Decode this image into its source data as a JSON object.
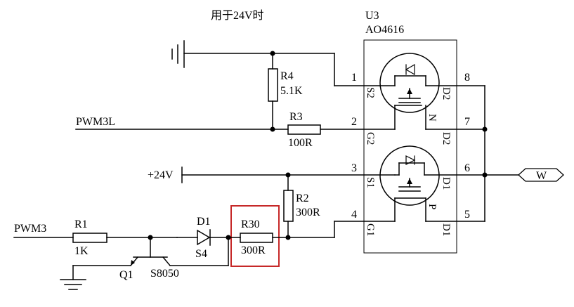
{
  "note": "用于24V时",
  "colors": {
    "wire": "#000000",
    "highlight": "#c62828",
    "background": "#ffffff"
  },
  "u3": {
    "ref": "U3",
    "part": "AO4616",
    "pins": {
      "p1": "1",
      "p2": "2",
      "p3": "3",
      "p4": "4",
      "p5": "5",
      "p6": "6",
      "p7": "7",
      "p8": "8"
    },
    "pin_labels": {
      "s2": "S2",
      "g2": "G2",
      "s1": "S1",
      "g1": "G1",
      "d2a": "D2",
      "d2b": "D2",
      "d1a": "D1",
      "d1b": "D1",
      "n": "N",
      "p": "P"
    }
  },
  "nets": {
    "pwm3l": "PWM3L",
    "pwm3": "PWM3",
    "v24": "+24V",
    "w": "W"
  },
  "r4": {
    "ref": "R4",
    "value": "5.1K"
  },
  "r3": {
    "ref": "R3",
    "value": "100R"
  },
  "r2": {
    "ref": "R2",
    "value": "300R"
  },
  "r30": {
    "ref": "R30",
    "value": "300R"
  },
  "r1": {
    "ref": "R1",
    "value": "1K"
  },
  "d1": {
    "ref": "D1",
    "value": "S4"
  },
  "q1": {
    "ref": "Q1",
    "value": "S8050"
  },
  "icons": {
    "ground": "ground-symbol",
    "resistor": "resistor-symbol",
    "diode": "diode-symbol",
    "mosfet": "mosfet-symbol",
    "transistor": "npn-transistor-symbol",
    "port": "hexagon-port"
  }
}
